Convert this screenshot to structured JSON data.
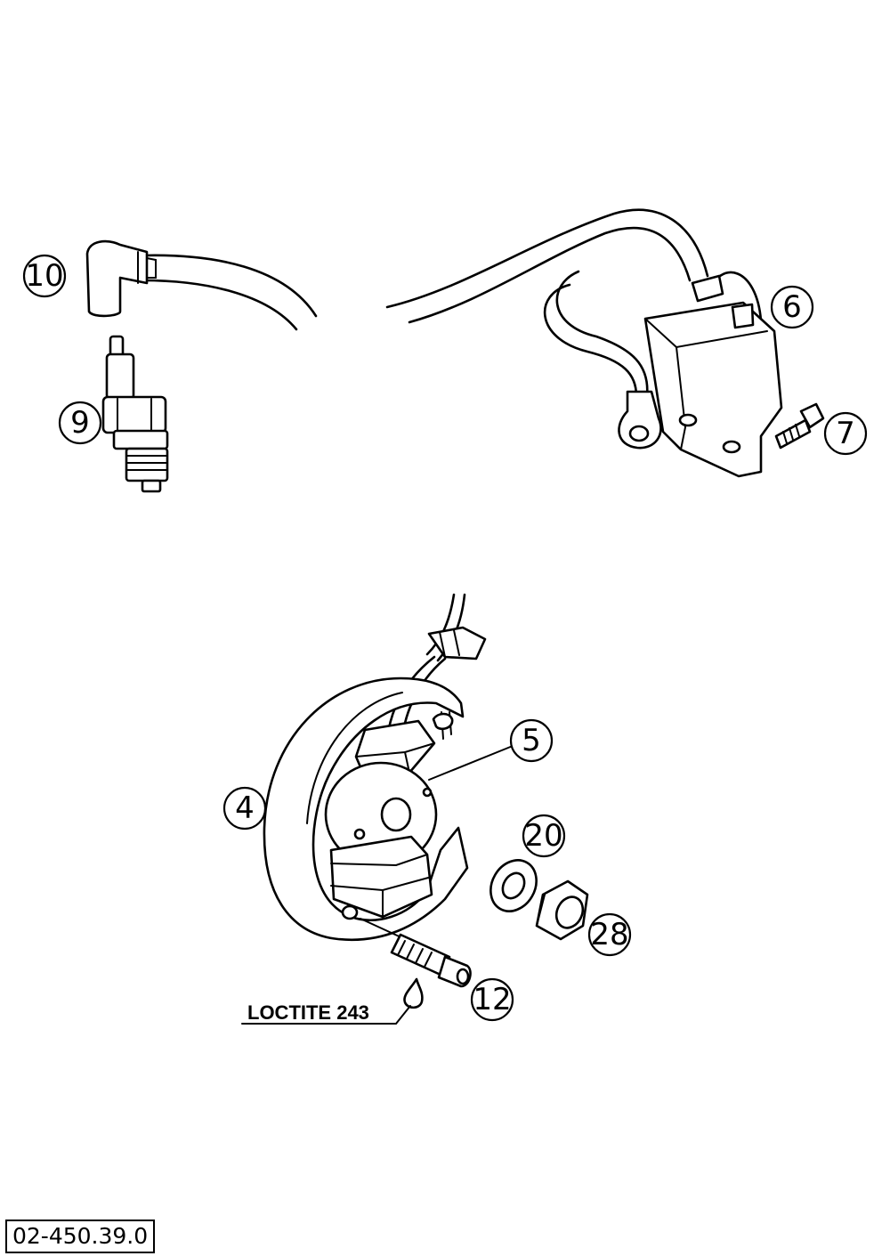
{
  "callouts": {
    "c4": "4",
    "c5": "5",
    "c6": "6",
    "c7": "7",
    "c9": "9",
    "c10": "10",
    "c12": "12",
    "c20": "20",
    "c28": "28"
  },
  "note": "LOCTITE 243",
  "diagram_code": "02-450.39.0"
}
